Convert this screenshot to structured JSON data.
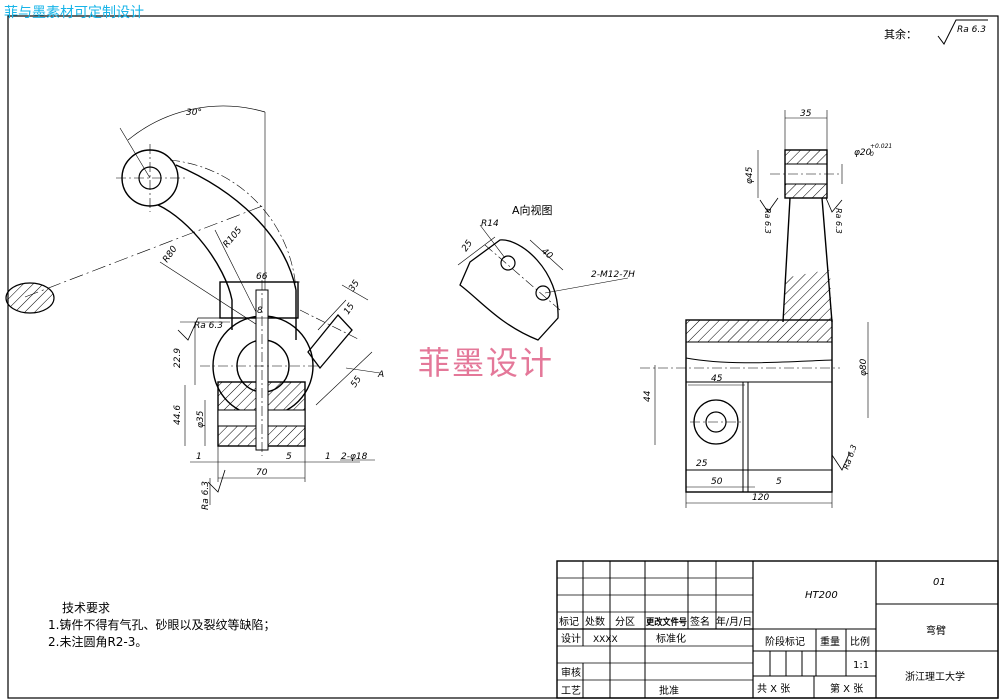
{
  "watermark_top": "菲与墨素材可定制设计",
  "watermark_center": "菲墨设计",
  "others_label": "其余：",
  "roughness_ra": "Ra 6.3",
  "view_a_title": "A向视图",
  "dims": {
    "angle": "30°",
    "r105": "R105",
    "r80": "R80",
    "d66": "66",
    "d8": "8",
    "d35a": "35",
    "d15": "15",
    "d55": "55",
    "d229": "22.9",
    "d446": "44.6",
    "phi35": "φ35",
    "d1a": "1",
    "d5a": "5",
    "d1b": "1",
    "phi18": "2-φ18",
    "d70": "70",
    "arrow_a": "A",
    "r14": "R14",
    "d25a": "25",
    "d40": "40",
    "m12": "2-M12-7H",
    "d35b": "35",
    "phi20": "φ20",
    "tol_up": "+0.021",
    "tol_lo": "0",
    "phi45": "φ45",
    "phi80": "φ80",
    "d44": "44",
    "d45": "45",
    "d25b": "25",
    "d50": "50",
    "d5b": "5",
    "d120": "120"
  },
  "tech": {
    "heading": "技术要求",
    "item1": "1.铸件不得有气孔、砂眼以及裂纹等缺陷；",
    "item2": "2.未注圆角R2-3。"
  },
  "title_block": {
    "h_mark": "标记",
    "h_count": "处数",
    "h_zone": "分区",
    "h_change": "更改文件号",
    "h_sign": "签名",
    "h_date": "年/月/日",
    "design": "设计",
    "designer": "XXXX",
    "standard": "标准化",
    "stage_mark": "阶段标记",
    "weight": "重量",
    "scale_label": "比例",
    "scale": "1:1",
    "check": "审核",
    "process": "工艺",
    "approve": "批准",
    "total": "共 X 张",
    "sheet": "第 X 张",
    "material": "HT200",
    "drawing_no": "01",
    "part_name": "弯臂",
    "org": "浙江理工大学"
  }
}
